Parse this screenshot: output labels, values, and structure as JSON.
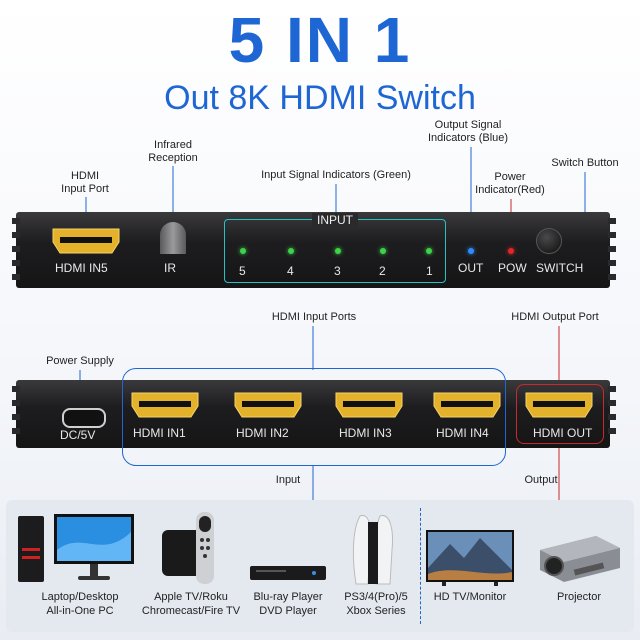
{
  "title": "5 IN 1",
  "subtitle": "Out 8K HDMI Switch",
  "callouts": {
    "infrared": [
      "Infrared",
      "Reception"
    ],
    "hdmi_input_port": [
      "HDMI",
      "Input Port"
    ],
    "input_indicators": "Input Signal Indicators (Green)",
    "output_indicators": [
      "Output Signal",
      "Indicators (Blue)"
    ],
    "power_indicator": [
      "Power",
      "Indicator(Red)"
    ],
    "switch_button": "Switch Button",
    "hdmi_input_ports": "HDMI Input Ports",
    "hdmi_output_port": "HDMI Output Port",
    "power_supply": "Power Supply",
    "input": "Input",
    "output": "Output"
  },
  "front_panel": {
    "hdmi_in5": "HDMI IN5",
    "ir": "IR",
    "input_box": "INPUT",
    "input_numbers": [
      "5",
      "4",
      "3",
      "2",
      "1"
    ],
    "out": "OUT",
    "pow": "POW",
    "switch": "SWITCH"
  },
  "back_panel": {
    "dc": "DC/5V",
    "ports": [
      "HDMI IN1",
      "HDMI IN2",
      "HDMI IN3",
      "HDMI IN4"
    ],
    "out_port": "HDMI OUT"
  },
  "devices": {
    "inputs": [
      [
        "Laptop/Desktop",
        "All-in-One PC"
      ],
      [
        "Apple TV/Roku",
        "Chromecast/Fire TV"
      ],
      [
        "Blu-ray Player",
        "DVD Player"
      ],
      [
        "PS3/4(Pro)/5",
        "Xbox Series"
      ]
    ],
    "outputs": [
      [
        "HD TV/Monitor"
      ],
      [
        "Projector"
      ]
    ]
  },
  "colors": {
    "brand_blue": "#1e66d4",
    "led_green": "#3ed14a",
    "led_blue": "#2f8cff",
    "led_red": "#e0262a",
    "connector_gold": "#e3b12a",
    "callout_red": "#c9282d"
  }
}
